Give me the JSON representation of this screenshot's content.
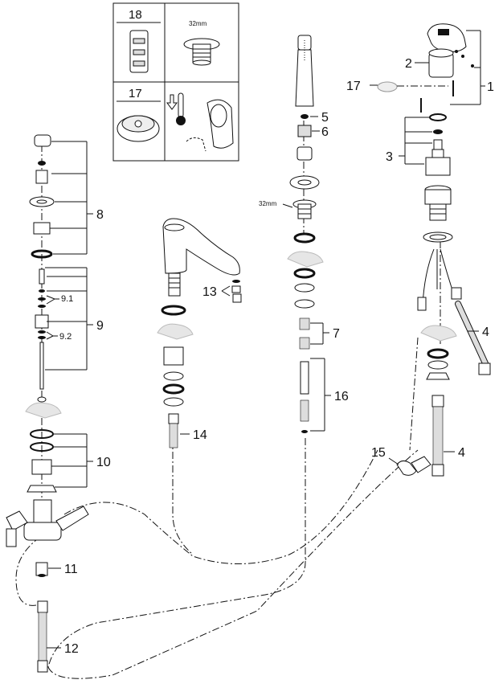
{
  "inset": {
    "cell_18_label": "18",
    "cell_18_dim": "32mm",
    "cell_17_label": "17"
  },
  "callouts": {
    "n1": "1",
    "n2": "2",
    "n3": "3",
    "n4a": "4",
    "n4b": "4",
    "n5": "5",
    "n6": "6",
    "n7": "7",
    "n8": "8",
    "n9": "9",
    "n9_1": "9.1",
    "n9_2": "9.2",
    "n10": "10",
    "n11": "11",
    "n12": "12",
    "n13": "13",
    "n14": "14",
    "n15": "15",
    "n16": "16",
    "n17": "17"
  },
  "dimension_label": "32mm",
  "colors": {
    "line": "#111111",
    "part_fill": "#ffffff",
    "ghost": "#e6e6e6"
  }
}
